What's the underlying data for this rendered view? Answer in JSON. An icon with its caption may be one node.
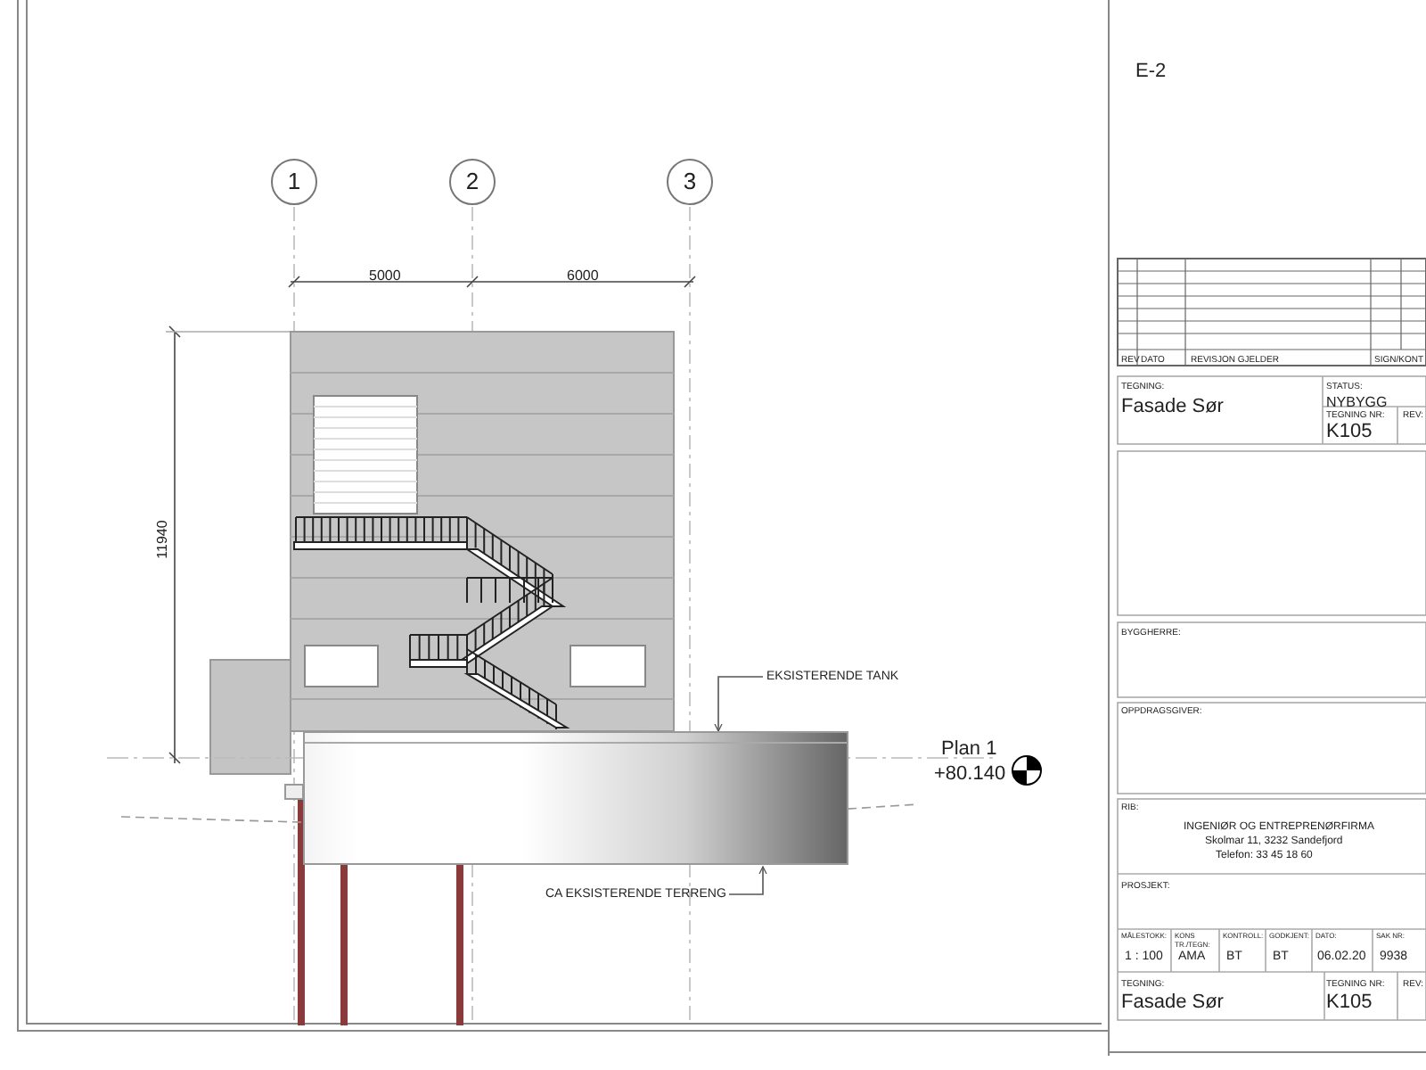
{
  "diagram": {
    "nodes": [
      {
        "text": [
          "1"
        ]
      },
      {
        "text": [
          "2"
        ]
      },
      {
        "text": [
          "3"
        ]
      },
      {
        "text": [
          "EKSISTERENDE TANK"
        ]
      },
      {
        "text": [],
        "shape": "cylinder"
      },
      {
        "text": [
          "CA EKSISTERENDE TERRENG"
        ]
      }
    ],
    "edges": [
      {
        "from": 3,
        "to": 4,
        "arrow": "to"
      },
      {
        "from": 5,
        "to": 4,
        "arrow": "to"
      }
    ],
    "labels": [
      "E-2",
      "5000",
      "6000",
      "11940",
      "Plan 1",
      "+80.140",
      "REV",
      "DATO",
      "REVISJON GJELDER",
      "SIGN/KONT",
      "TEGNING:",
      "Fasade Sør",
      "STATUS:",
      "NYBYGG",
      "TEGNING NR:",
      "REV:",
      "K105",
      "BYGGHERRE:",
      "OPPDRAGSGIVER:",
      "RIB:",
      "INGENIØR OG ENTREPRENØRFIRMA",
      "Skolmar 11, 3232 Sandefjord",
      "Telefon: 33 45 18 60",
      "PROSJEKT:",
      "MÅLESTOKK:",
      "KONS TR./TEGN:",
      "KONTROLL:",
      "GODKJENT:",
      "DATO:",
      "SAK NR:",
      "1 : 100",
      "AMA",
      "BT",
      "BT",
      "06.02.20",
      "9938",
      "TEGNING:",
      "Fasade Sør",
      "TEGNING NR:",
      "REV:",
      "K105"
    ]
  }
}
